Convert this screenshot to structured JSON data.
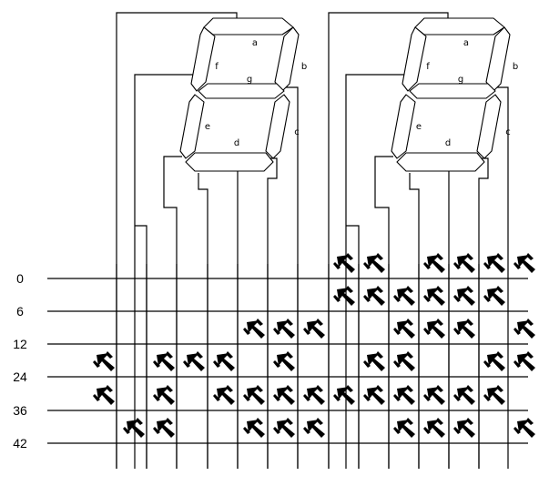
{
  "row_labels": [
    "0",
    "6",
    "12",
    "24",
    "36",
    "42"
  ],
  "displays": [
    {
      "segments": [
        "a",
        "b",
        "c",
        "d",
        "e",
        "f",
        "g"
      ]
    },
    {
      "segments": [
        "a",
        "b",
        "c",
        "d",
        "e",
        "f",
        "g"
      ]
    }
  ],
  "diode_matrix": [
    [
      0,
      0,
      0,
      0,
      0,
      0,
      0,
      0,
      1,
      1,
      0,
      1,
      1,
      1,
      1
    ],
    [
      0,
      0,
      0,
      0,
      0,
      0,
      0,
      0,
      1,
      1,
      1,
      1,
      1,
      1,
      0
    ],
    [
      0,
      0,
      0,
      0,
      0,
      1,
      1,
      1,
      0,
      0,
      1,
      1,
      1,
      0,
      1
    ],
    [
      1,
      0,
      1,
      1,
      1,
      0,
      1,
      0,
      0,
      1,
      1,
      0,
      0,
      1,
      1
    ],
    [
      1,
      0,
      1,
      0,
      1,
      1,
      1,
      1,
      1,
      1,
      1,
      1,
      1,
      1,
      0
    ],
    [
      0,
      1,
      1,
      0,
      0,
      1,
      1,
      1,
      0,
      0,
      1,
      1,
      1,
      0,
      1
    ]
  ]
}
